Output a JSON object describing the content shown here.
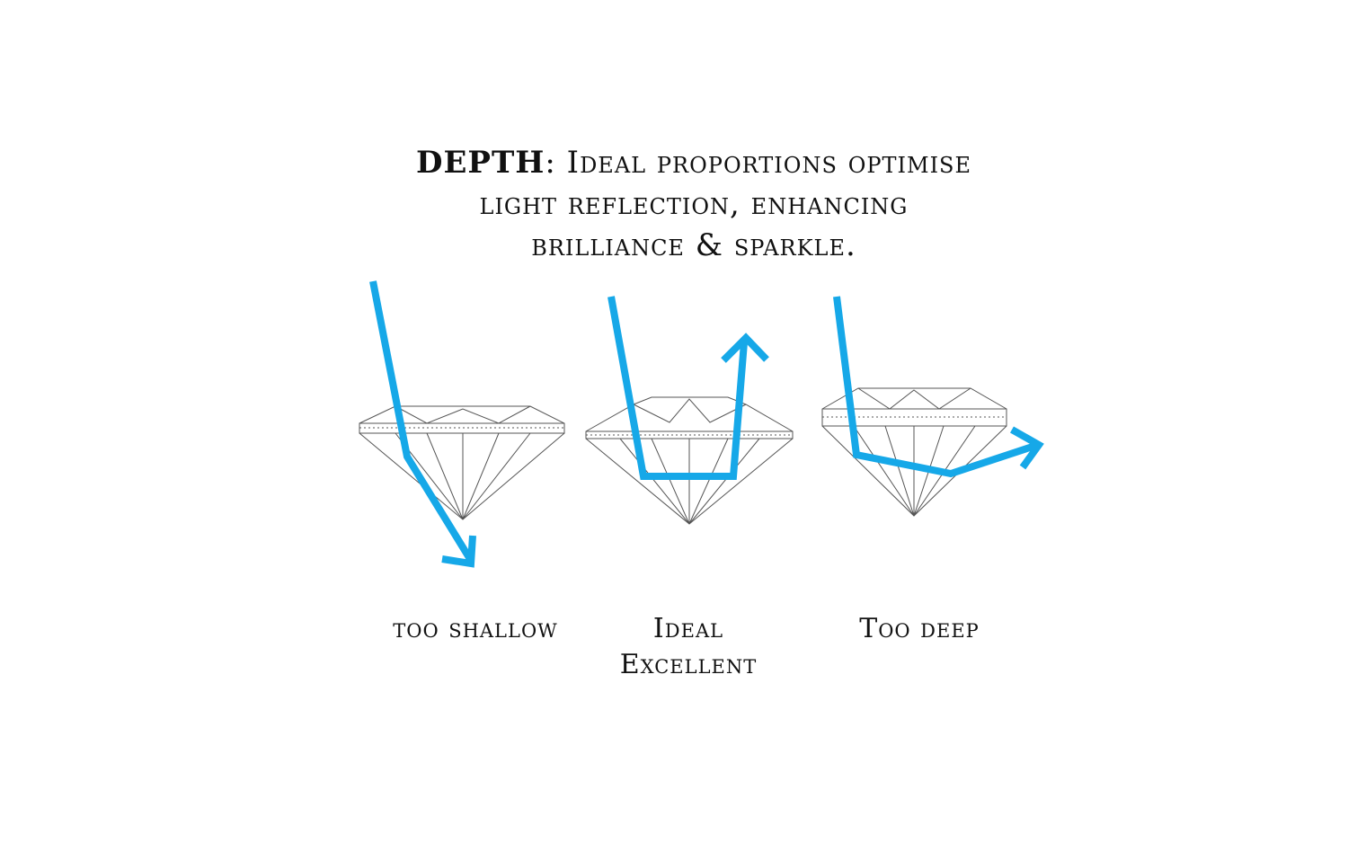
{
  "heading": {
    "keyword": "DEPTH",
    "line1_rest": ": Ideal proportions optimise",
    "line2": "light reflection, enhancing",
    "line3": "brilliance & sparkle."
  },
  "diamonds": [
    {
      "id": "shallow",
      "label_lines": [
        "too shallow"
      ]
    },
    {
      "id": "ideal",
      "label_lines": [
        "Ideal",
        "Excellent"
      ]
    },
    {
      "id": "deep",
      "label_lines": [
        "Too deep"
      ]
    }
  ],
  "colors": {
    "arrow": "#16a8e8",
    "outline": "#555555",
    "text": "#111111"
  }
}
